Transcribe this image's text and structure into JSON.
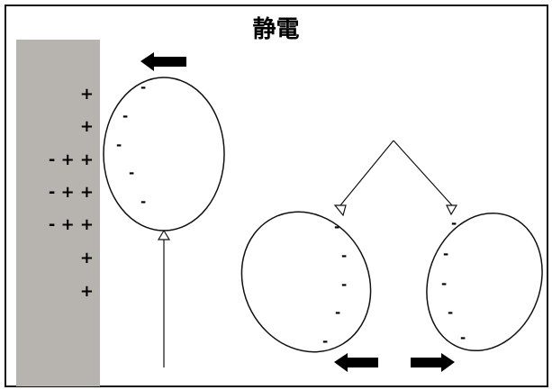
{
  "title": "静電",
  "colors": {
    "wall": "#b7b3ae",
    "outline": "#111111",
    "arrow": "#000000"
  },
  "wall_charges": [
    {
      "id": "row1",
      "text": "+"
    },
    {
      "id": "row2",
      "text": "+"
    },
    {
      "id": "row3",
      "text": "- + +"
    },
    {
      "id": "row4",
      "text": "- + +"
    },
    {
      "id": "row5",
      "text": "- + +"
    },
    {
      "id": "row6",
      "text": "+"
    },
    {
      "id": "row7",
      "text": "+"
    }
  ],
  "balloon_wall": {
    "charges": [
      "-",
      "-",
      "-",
      "-",
      "-"
    ]
  },
  "balloon_left": {
    "charges": [
      "-",
      "-",
      "-",
      "-",
      "-"
    ]
  },
  "balloon_right": {
    "charges": [
      "-",
      "-",
      "-",
      "-",
      "-"
    ]
  }
}
